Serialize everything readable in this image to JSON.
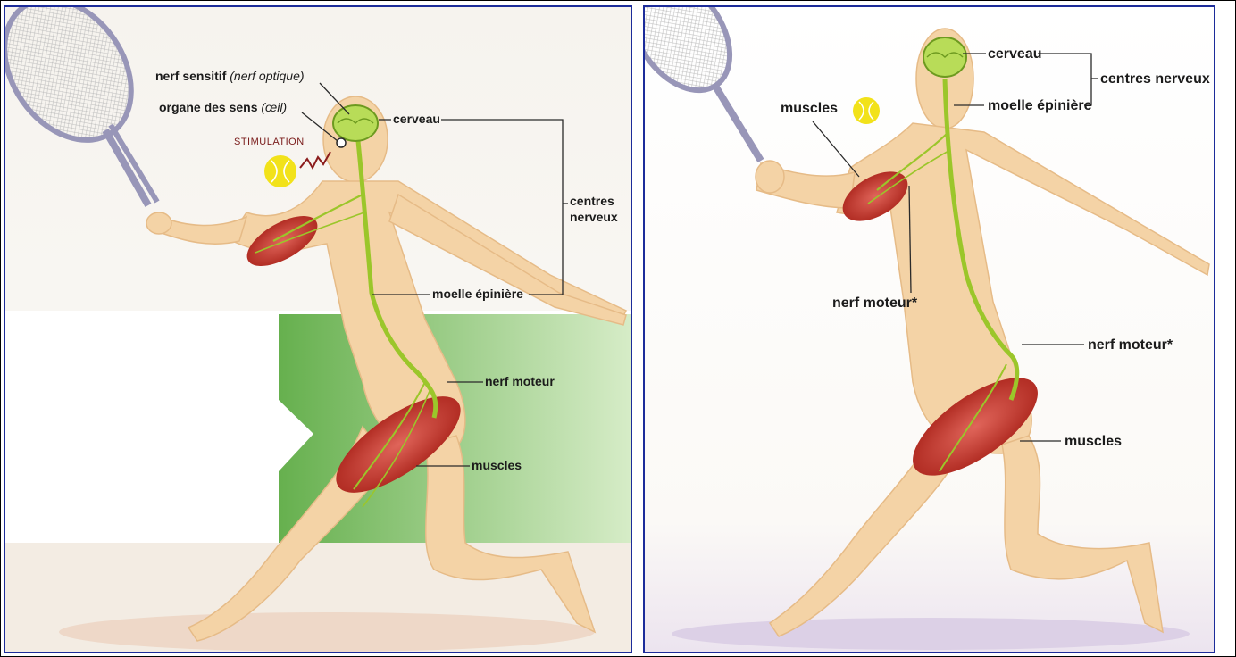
{
  "left_panel": {
    "nerf_sensitif_label": "nerf sensitif",
    "nerf_optique_label": "(nerf optique)",
    "organe_label": "organe des sens",
    "oeil_label": "(œil)",
    "stimulation_label": "STIMULATION",
    "cerveau_label": "cerveau",
    "centres_label_line1": "centres",
    "centres_label_line2": "nerveux",
    "moelle_label": "moelle épinière",
    "nerf_moteur_label": "nerf moteur",
    "muscles_label": "muscles"
  },
  "right_panel": {
    "cerveau_label": "cerveau",
    "centres_label": "centres nerveux",
    "moelle_label": "moelle épinière",
    "muscles_arm_label": "muscles",
    "nerf_moteur_arm_label": "nerf moteur*",
    "nerf_moteur_leg_label": "nerf moteur*",
    "muscles_leg_label": "muscles"
  },
  "colors": {
    "border": "#1c2c9a",
    "skin": "#f4d3a6",
    "nerve": "#9bc62a",
    "muscle": "#c8342b",
    "ball": "#f2e21a",
    "green_block": "#7cc062"
  }
}
